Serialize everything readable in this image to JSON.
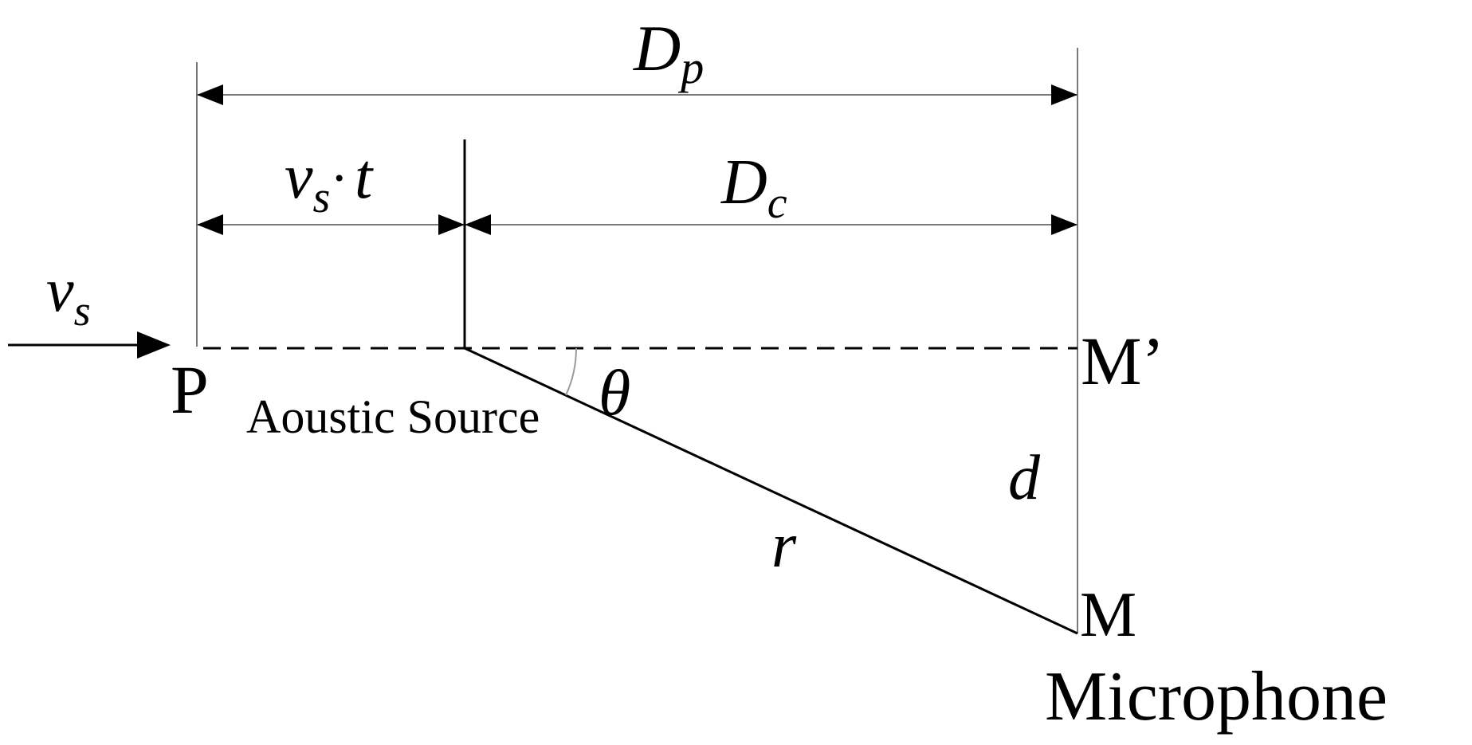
{
  "labels": {
    "dp_main": "D",
    "dp_sub": "p",
    "dc_main": "D",
    "dc_sub": "c",
    "vst_v": "v",
    "vst_sub": "s",
    "vst_dot": "·",
    "vst_t": "t",
    "vs_v": "v",
    "vs_sub": "s",
    "point_p": "P",
    "point_m_prime": "M’",
    "point_m": "M",
    "acoustic_source": "Aoustic Source",
    "theta": "θ",
    "r": "r",
    "d": "d",
    "microphone": "Microphone"
  }
}
